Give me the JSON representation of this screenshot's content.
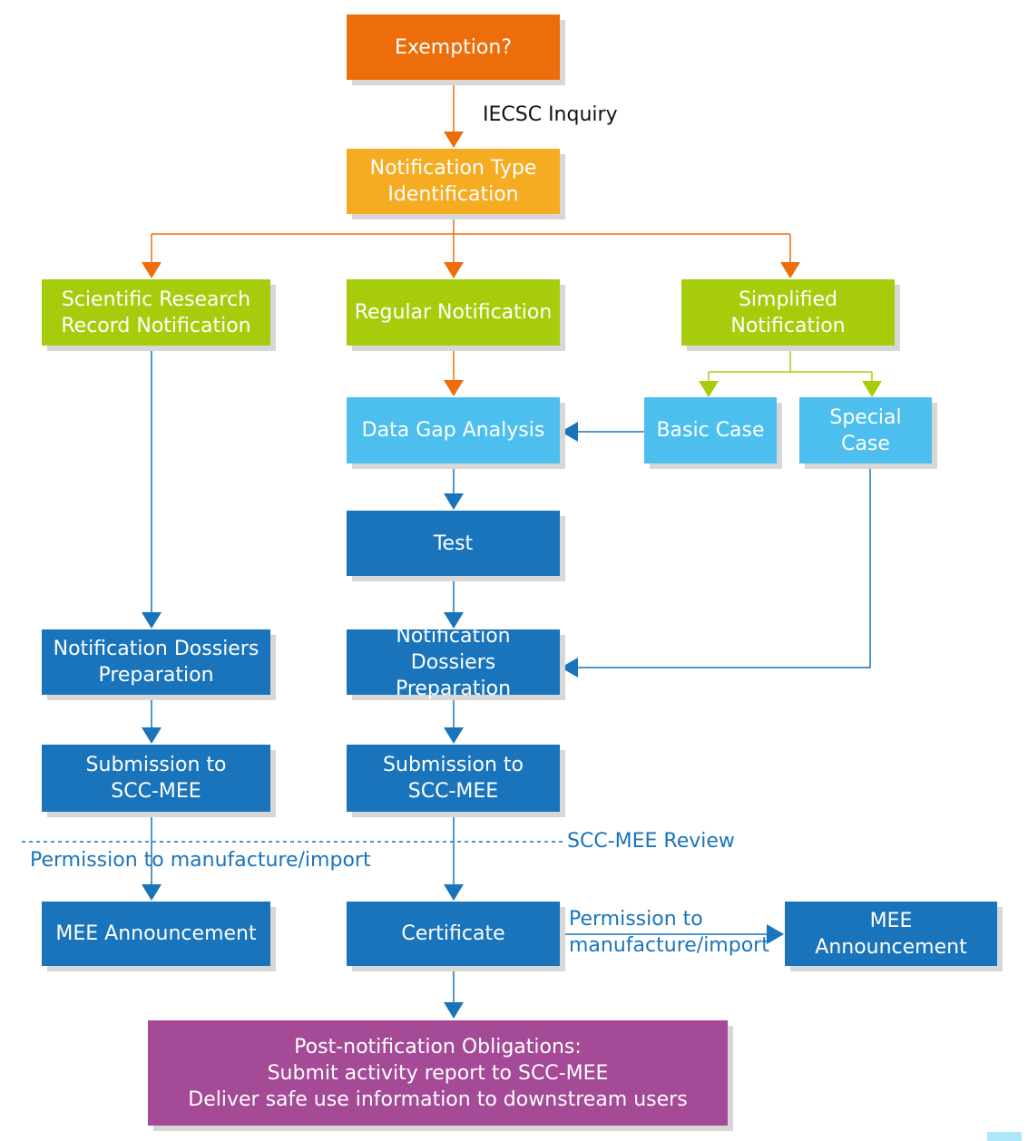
{
  "nodes": {
    "exemption": "Exemption?",
    "type_identification": "Notification Type\nIdentification",
    "scientific_research": "Scientific Research\nRecord Notification",
    "regular_notification": "Regular Notification",
    "simplified_notification": "Simplified\nNotification",
    "data_gap_analysis": "Data Gap Analysis",
    "basic_case": "Basic Case",
    "special_case": "Special Case",
    "test": "Test",
    "dossiers_left": "Notification Dossiers\nPreparation",
    "dossiers_center": "Notification\nDossiers Preparation",
    "submission_left": "Submission to\nSCC-MEE",
    "submission_center": "Submission to\nSCC-MEE",
    "announcement_left": "MEE Announcement",
    "certificate": "Certificate",
    "announcement_right": "MEE\nAnnouncement",
    "post_obligations": "Post-notification Obligations:\nSubmit activity report to SCC-MEE\nDeliver safe use information to downstream users"
  },
  "labels": {
    "iecsc_inquiry": "IECSC Inquiry",
    "scc_review": "SCC-MEE Review",
    "permission_left": "Permission to manufacture/import",
    "permission_right": "Permission to\nmanufacture/import"
  },
  "colors": {
    "orange": "#ed6d0a",
    "amber": "#f6ac22",
    "green": "#a7cc0c",
    "light_blue": "#4dbfee",
    "blue": "#1a74bb",
    "purple": "#a44a97"
  }
}
